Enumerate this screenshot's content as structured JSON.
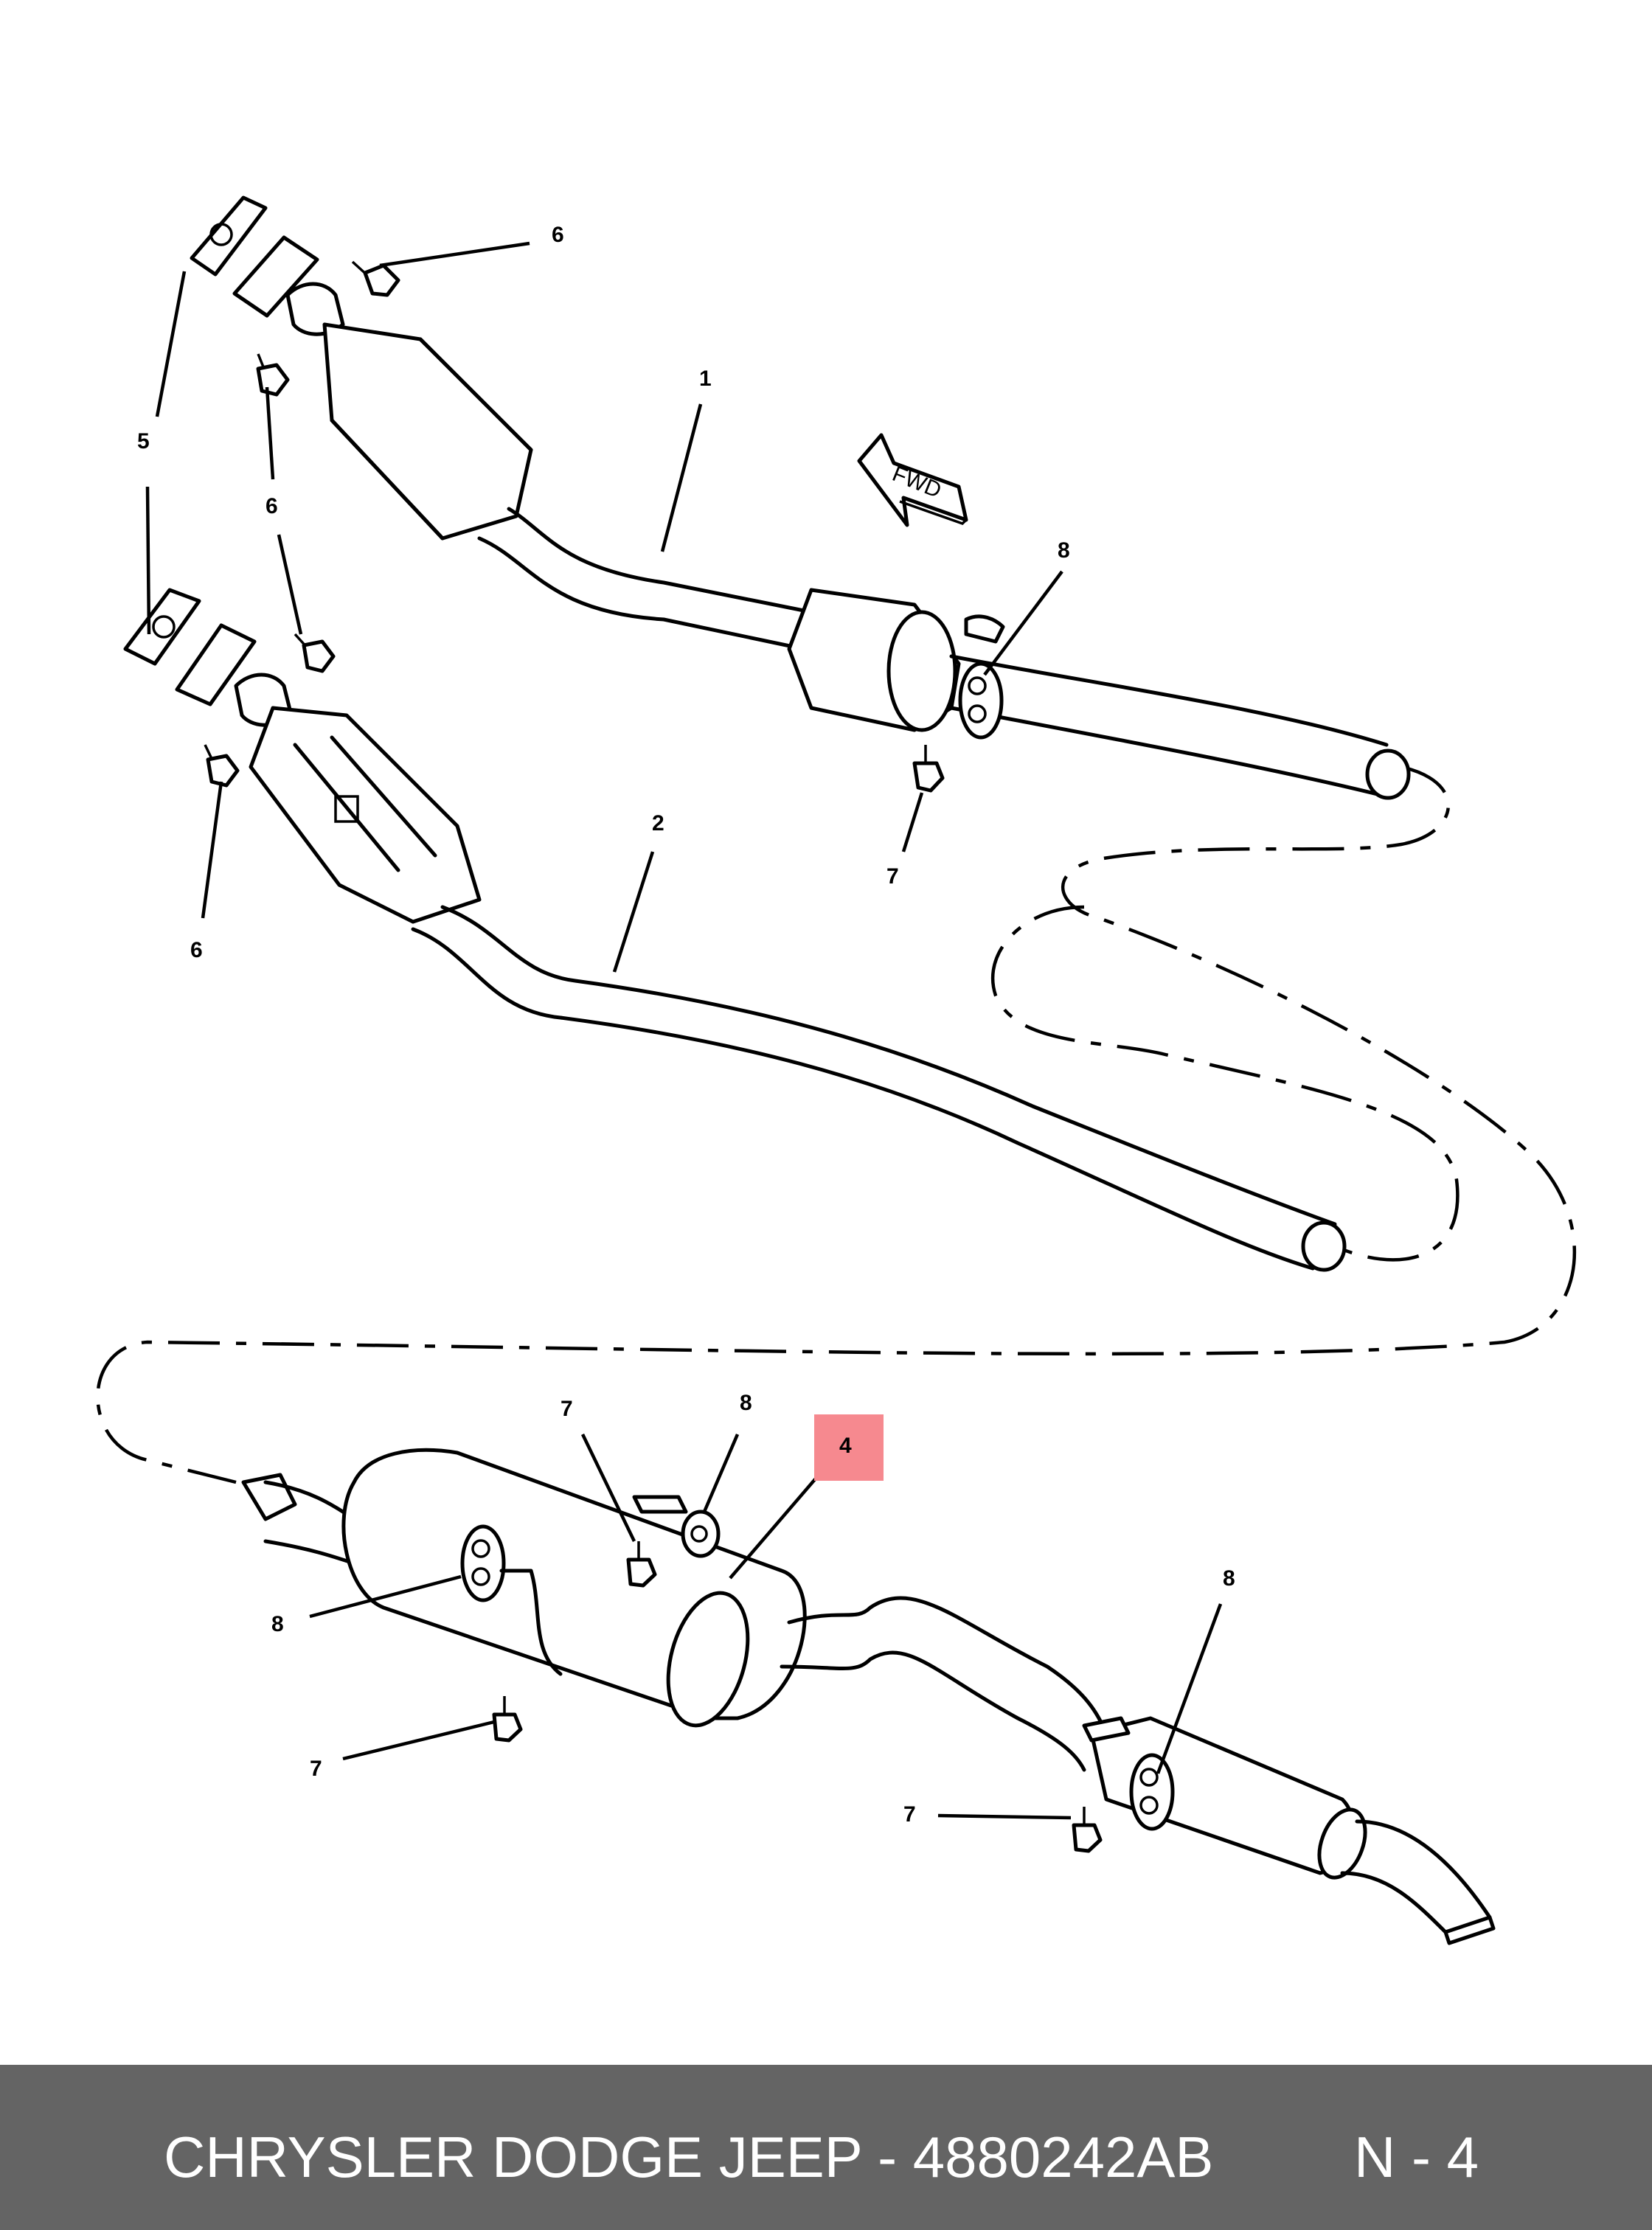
{
  "diagram": {
    "callouts": {
      "c1": "1",
      "c2": "2",
      "c4": "4",
      "c5": "5",
      "c6a": "6",
      "c6b": "6",
      "c6c": "6",
      "c7a": "7",
      "c7b": "7",
      "c7c": "7",
      "c7d": "7",
      "c8a": "8",
      "c8b": "8",
      "c8c": "8",
      "c8d": "8"
    },
    "direction_arrow": "FWD",
    "highlighted_callout": "4",
    "highlight_color": "#f6898f"
  },
  "footer": {
    "title": "CHRYSLER DODGE JEEP - 4880242AB",
    "page": "N - 4",
    "background": "#646464"
  }
}
